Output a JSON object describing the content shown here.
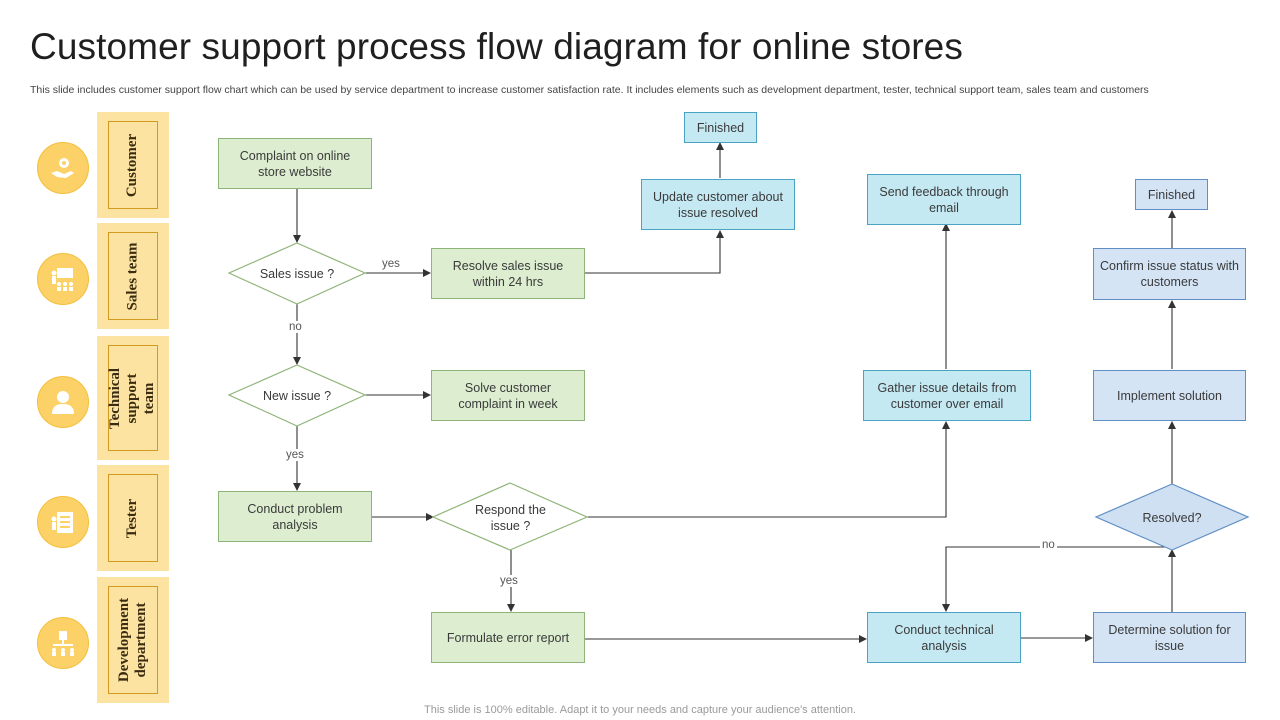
{
  "header": {
    "title": "Customer support process flow diagram for online stores",
    "subtitle": "This slide includes customer support flow chart which can be used by service department to increase customer satisfaction rate. It includes elements such as development department, tester, technical support team, sales team and customers"
  },
  "lanes": [
    {
      "label": "Customer",
      "icon": "customer-hand-gear-icon"
    },
    {
      "label": "Sales team",
      "icon": "sales-presentation-icon"
    },
    {
      "label": "Technical support team",
      "icon": "support-person-icon"
    },
    {
      "label": "Tester",
      "icon": "tester-clipboard-icon"
    },
    {
      "label": "Development department",
      "icon": "organization-hierarchy-icon"
    }
  ],
  "nodes": {
    "complaint": "Complaint on online store website",
    "sales_issue": "Sales issue ?",
    "resolve_sales": "Resolve sales issue within 24 hrs",
    "update_customer": "Update customer about issue resolved",
    "finished_1": "Finished",
    "new_issue": "New issue ?",
    "solve_complaint": "Solve customer complaint in week",
    "conduct_problem": "Conduct problem analysis",
    "respond_issue": "Respond the issue ?",
    "formulate_report": "Formulate error report",
    "send_feedback": "Send feedback through email",
    "gather_details": "Gather issue details from customer over email",
    "conduct_technical": "Conduct technical analysis",
    "determine_solution": "Determine solution for issue",
    "resolved": "Resolved?",
    "implement_solution": "Implement solution",
    "confirm_status": "Confirm issue status with customers",
    "finished_2": "Finished"
  },
  "edge_labels": {
    "yes_1": "yes",
    "no_1": "no",
    "yes_2": "yes",
    "yes_3": "yes",
    "no_2": "no"
  },
  "footer": "This slide is 100% editable. Adapt it to your needs and capture your audience's attention.",
  "colors": {
    "lane_fill": "#fde3a1",
    "icon_fill": "#fcd167",
    "green_box": "#dcedd0",
    "cyan_box": "#c5e9f3",
    "blue_box": "#d4e4f5",
    "connector": "#333333"
  }
}
